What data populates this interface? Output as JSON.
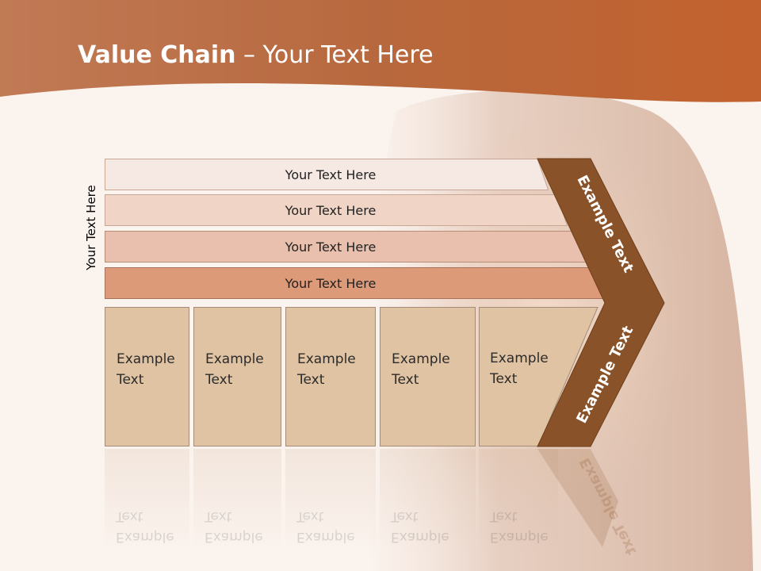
{
  "slide": {
    "title_bold": "Value Chain",
    "title_rest": " – Your Text Here",
    "side_label": "Your Text Here"
  },
  "rows": [
    {
      "label": "Your Text Here",
      "color": "#f6e8e2"
    },
    {
      "label": "Your Text Here",
      "color": "#f0d4c6"
    },
    {
      "label": "Your Text Here",
      "color": "#e8c0ad"
    },
    {
      "label": "Your Text Here",
      "color": "#dd9a79"
    }
  ],
  "boxes": [
    {
      "label": "Example\nText"
    },
    {
      "label": "Example\nText"
    },
    {
      "label": "Example\nText"
    },
    {
      "label": "Example\nText"
    },
    {
      "label": "Example\nText"
    }
  ],
  "chevron": {
    "upper_label": "Example Text",
    "lower_label": "Example Text",
    "color": "#8a5228"
  },
  "colors": {
    "header": "#c9713f",
    "box_fill": "#e0c3a3",
    "background": "#fbf3ee"
  }
}
